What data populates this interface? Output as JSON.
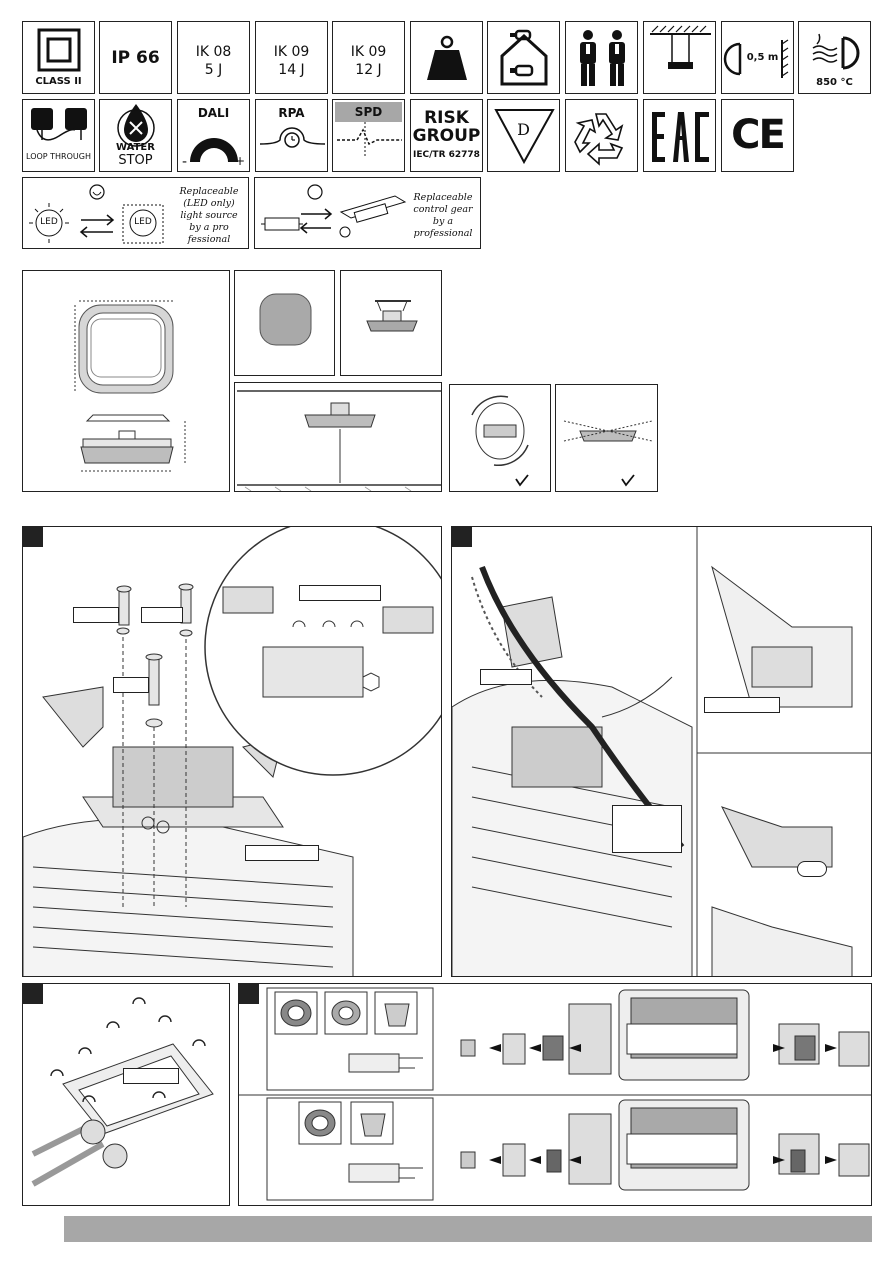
{
  "icons_row1": {
    "class2": "CLASS II",
    "ip": "IP 66",
    "ik08_a": "IK 08",
    "ik08_b": "5 J",
    "ik09a_a": "IK 09",
    "ik09a_b": "14 J",
    "ik09b_a": "IK 09",
    "ik09b_b": "12 J",
    "distance": "0,5 m",
    "temperature": "850 °C"
  },
  "icons_row2": {
    "loop": "LOOP THROUGH",
    "water": "WATER",
    "stop": "STOP",
    "dali": "DALI",
    "dali_minus": "-",
    "dali_plus": "+",
    "rpa": "RPA",
    "spd": "SPD",
    "risk1": "RISK",
    "risk2": "GROUP",
    "risk3": "IEC/TR 62778",
    "d_mark": "D",
    "ce": "CE"
  },
  "replaceable": {
    "led_label": "LED",
    "led_text": [
      "Replaceable",
      "(LED only)",
      "light source",
      "by a pro fessional"
    ],
    "gear_text": [
      "Replaceable",
      "control gear",
      "by a professional"
    ]
  },
  "colors": {
    "accent_grey": "#a7a7a7",
    "line": "#222222",
    "fill_light": "#e6e6e6",
    "fill_mid": "#bdbdbd"
  }
}
